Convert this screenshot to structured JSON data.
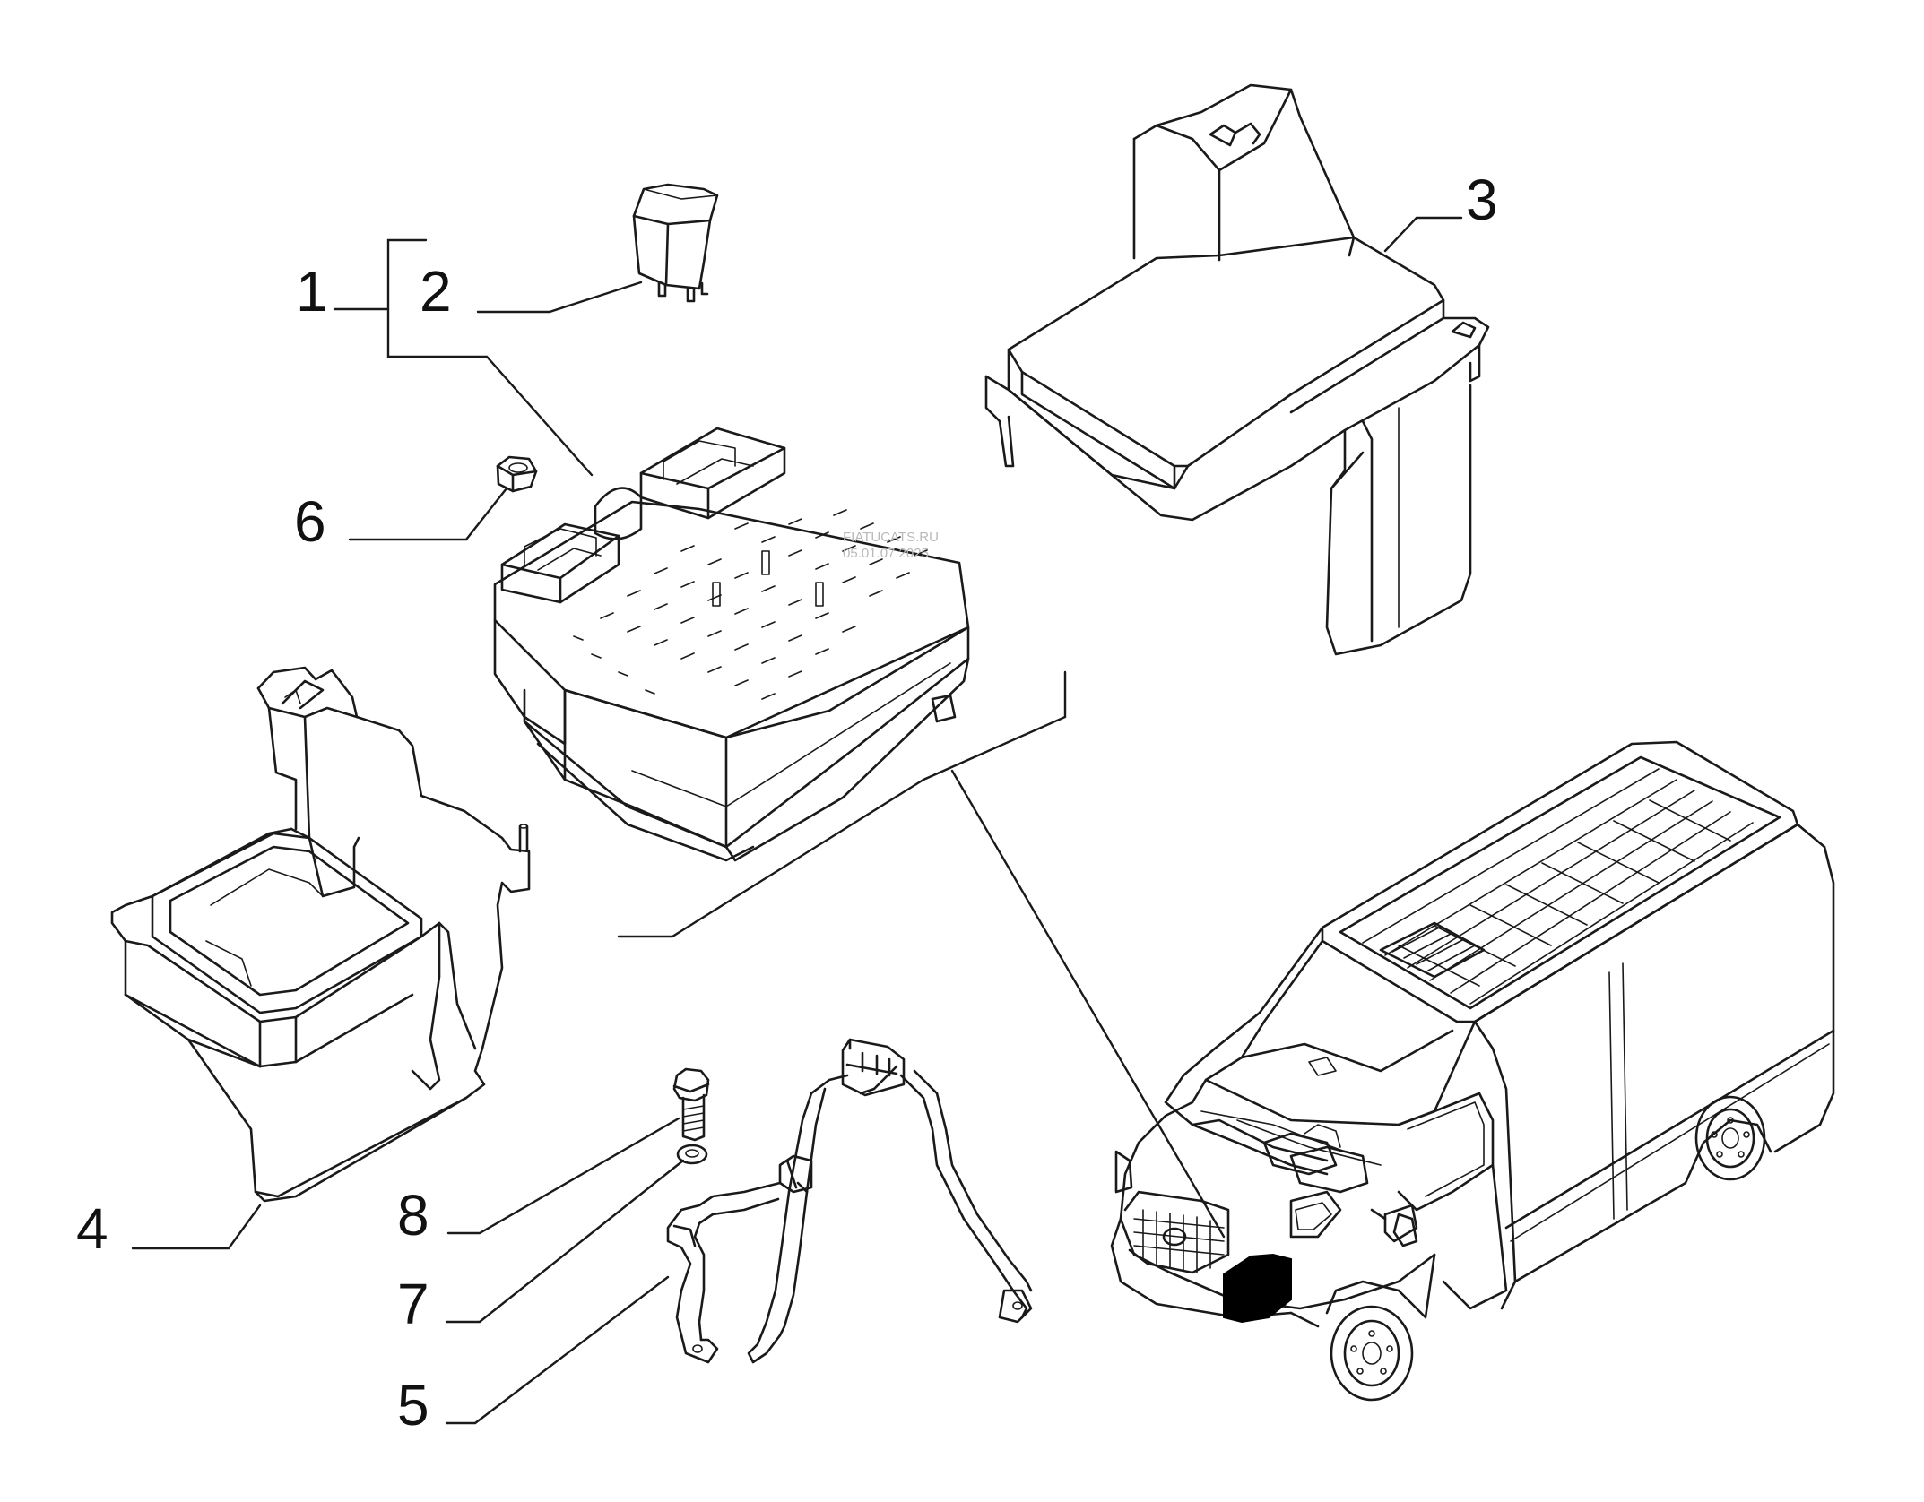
{
  "callouts": [
    {
      "id": "1",
      "label": "1"
    },
    {
      "id": "2",
      "label": "2"
    },
    {
      "id": "3",
      "label": "3"
    },
    {
      "id": "4",
      "label": "4"
    },
    {
      "id": "5",
      "label": "5"
    },
    {
      "id": "6",
      "label": "6"
    },
    {
      "id": "7",
      "label": "7"
    },
    {
      "id": "8",
      "label": "8"
    }
  ],
  "watermark": {
    "line1": "FIATUCATS.RU",
    "line2": "05.01.07.2025"
  },
  "colors": {
    "ink": "#1a1a1a",
    "background": "#ffffff",
    "highlight": "#000000"
  }
}
